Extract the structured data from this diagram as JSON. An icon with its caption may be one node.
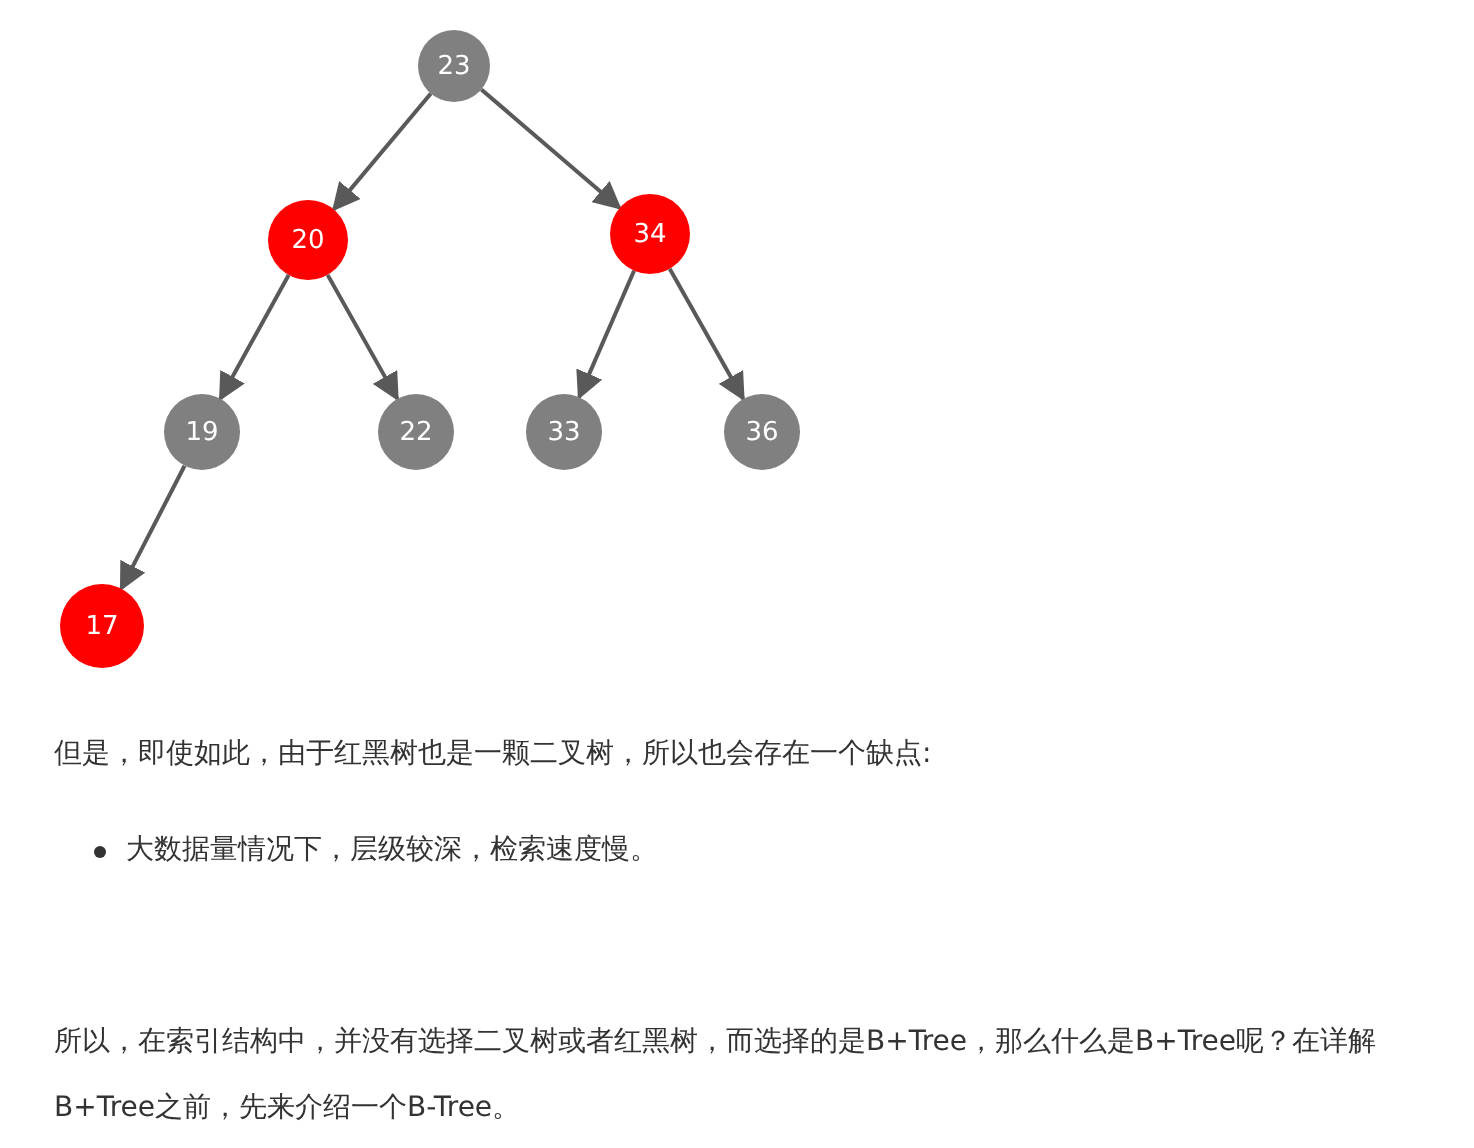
{
  "diagram": {
    "nodes": [
      {
        "text": [
          "23"
        ]
      },
      {
        "text": [
          "20"
        ]
      },
      {
        "text": [
          "34"
        ]
      },
      {
        "text": [
          "19"
        ]
      },
      {
        "text": [
          "22"
        ]
      },
      {
        "text": [
          "33"
        ]
      },
      {
        "text": [
          "36"
        ]
      },
      {
        "text": [
          "17"
        ]
      }
    ],
    "edges": [
      {
        "from": 0,
        "to": 1,
        "arrow": "to"
      },
      {
        "from": 0,
        "to": 2,
        "arrow": "to"
      },
      {
        "from": 1,
        "to": 3,
        "arrow": "to"
      },
      {
        "from": 1,
        "to": 4,
        "arrow": "to"
      },
      {
        "from": 2,
        "to": 5,
        "arrow": "to"
      },
      {
        "from": 2,
        "to": 6,
        "arrow": "to"
      },
      {
        "from": 3,
        "to": 7,
        "arrow": "to"
      }
    ],
    "labels": [
      "但是，即使如此，由于红黑树也是一颗二叉树，所以也会存在一个缺点:",
      "大数据量情况下，层级较深，检索速度慢。",
      "所以，在索引结构中，并没有选择二叉树或者红黑树，而选择的是B+Tree，那么什么是B+Tree呢？在详解B+Tree之前，先来介绍一个B-Tree。"
    ]
  }
}
